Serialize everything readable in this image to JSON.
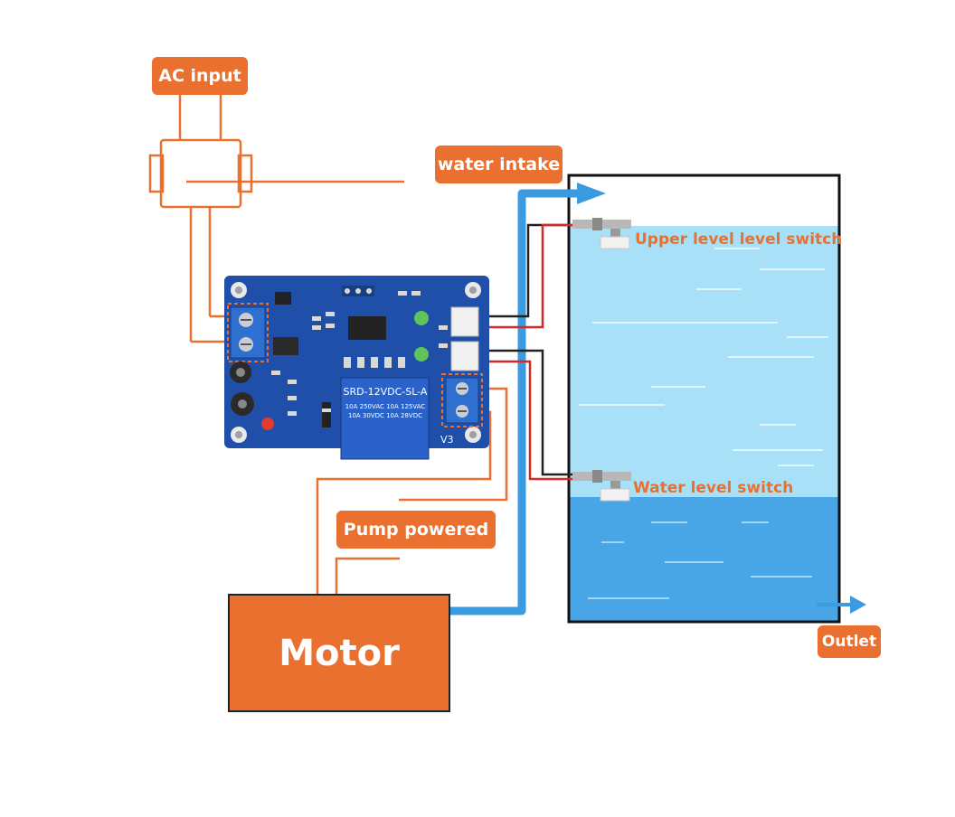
{
  "labels": {
    "ac_input": "AC input",
    "water_intake": "water intake",
    "pump_powered": "Pump powered",
    "outlet": "Outlet",
    "motor": "Motor",
    "upper_switch": "Upper level level switch",
    "lower_switch": "Water level switch"
  },
  "relay_text": {
    "model": "SRD-12VDC-SL-A",
    "rating1": "10A 250VAC  10A 125VAC",
    "rating2": "10A 30VDC  10A 28VDC"
  },
  "board_text": {
    "version": "V3"
  },
  "colors": {
    "accent": "#e9702f",
    "pipe": "#3b9be0",
    "water_light": "#a8e0f7",
    "water_dark": "#49a6e6",
    "board": "#1f4fa8",
    "wire_red": "#d62828",
    "wire_black": "#222222"
  },
  "icons": [
    "board-mount-hole-icon",
    "terminal-screw-icon",
    "led-icon",
    "relay-icon",
    "arrow-right-icon"
  ]
}
